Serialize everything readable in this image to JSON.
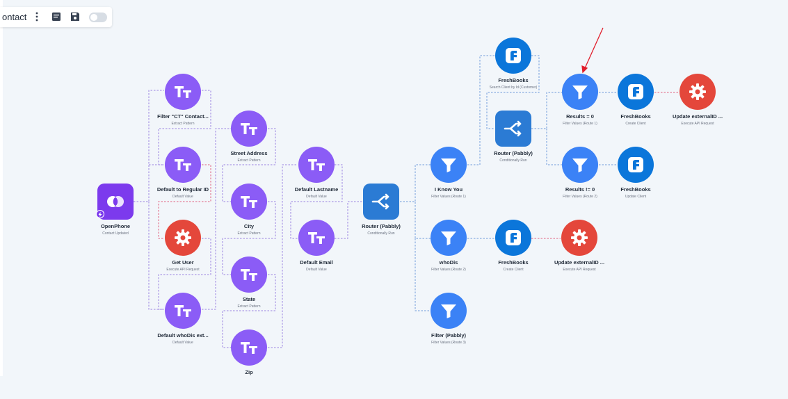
{
  "toolbar": {
    "title": "ontact",
    "icons": [
      "more-vertical-icon",
      "notes-icon",
      "save-icon"
    ],
    "toggle_on": false
  },
  "colors": {
    "purple": "#8b5cf6",
    "blue": "#3b82f6",
    "freshbooks": "#0b76da",
    "red": "#e4473b",
    "router": "#2b7bd4",
    "openphone": "#7c3aed",
    "edge": "#9a83e0",
    "edge_blue": "#6d9ad9",
    "annotation_arrow": "#e11d2a"
  },
  "nodes": {
    "openphone": {
      "title": "OpenPhone",
      "subtitle": "Contact Updated"
    },
    "filter_ct": {
      "title": "Filter \"CT\" Contact...",
      "subtitle": "Extract Pattern"
    },
    "default_regular_id": {
      "title": "Default to Regular ID",
      "subtitle": "Default Value"
    },
    "get_user": {
      "title": "Get User",
      "subtitle": "Execute API Request"
    },
    "default_whodis": {
      "title": "Default whoDis ext...",
      "subtitle": "Default Value"
    },
    "street_address": {
      "title": "Street Address",
      "subtitle": "Extract Pattern"
    },
    "city": {
      "title": "City",
      "subtitle": "Extract Pattern"
    },
    "state": {
      "title": "State",
      "subtitle": "Extract Pattern"
    },
    "zip": {
      "title": "Zip",
      "subtitle": ""
    },
    "default_lastname": {
      "title": "Default Lastname",
      "subtitle": "Default Value"
    },
    "default_email": {
      "title": "Default Email",
      "subtitle": "Default Value"
    },
    "router_main": {
      "title": "Router (Pabbly)",
      "subtitle": "Conditionally Run"
    },
    "i_know_you": {
      "title": "I Know You",
      "subtitle": "Filter Values (Route 1)"
    },
    "whodis": {
      "title": "whoDis",
      "subtitle": "Filter Values (Route 2)"
    },
    "filter_pabbly": {
      "title": "Filter (Pabbly)",
      "subtitle": "Filter Values (Route 3)"
    },
    "freshbooks_search": {
      "title": "FreshBooks",
      "subtitle": "Search Client by Id (Customer)"
    },
    "router_2": {
      "title": "Router (Pabbly)",
      "subtitle": "Conditionally Run"
    },
    "freshbooks_create_1": {
      "title": "FreshBooks",
      "subtitle": "Create Client"
    },
    "update_external_1": {
      "title": "Update externalID ...",
      "subtitle": "Execute API Request"
    },
    "results_zero": {
      "title": "Results = 0",
      "subtitle": "Filter Values (Route 1)"
    },
    "results_nonzero": {
      "title": "Results != 0",
      "subtitle": "Filter Values (Route 2)"
    },
    "freshbooks_create_2": {
      "title": "FreshBooks",
      "subtitle": "Create Client"
    },
    "freshbooks_update": {
      "title": "FreshBooks",
      "subtitle": "Update Client"
    },
    "update_external_2": {
      "title": "Update externalID ...",
      "subtitle": "Execute API Request"
    }
  }
}
